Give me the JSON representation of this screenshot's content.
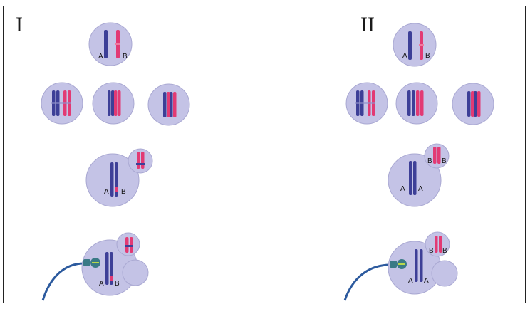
{
  "panels": [
    {
      "label": "I",
      "stages": {
        "parent": {
          "left_label": "A",
          "right_label": "B"
        },
        "oocyte": {
          "left_label": "A",
          "right_label": "B"
        },
        "fertilized": {
          "left_label": "A",
          "right_label": "B"
        }
      }
    },
    {
      "label": "II",
      "stages": {
        "parent": {
          "left_label": "A",
          "right_label": "B"
        },
        "oocyte": {
          "left_label": "A",
          "right_label": "A",
          "polar_left": "B",
          "polar_right": "B"
        },
        "fertilized": {
          "left_label": "A",
          "right_label": "A",
          "polar_left": "B",
          "polar_right": "B"
        }
      }
    }
  ],
  "colors": {
    "cell_fill": "#c4c3e6",
    "cell_stroke": "#a9a8d2",
    "maternal_chromosome": "#3d3f97",
    "paternal_chromosome": "#e23a74",
    "sperm_tail": "#2c5a9e",
    "sperm_head": "#3a7a86",
    "frame": "#222222"
  }
}
